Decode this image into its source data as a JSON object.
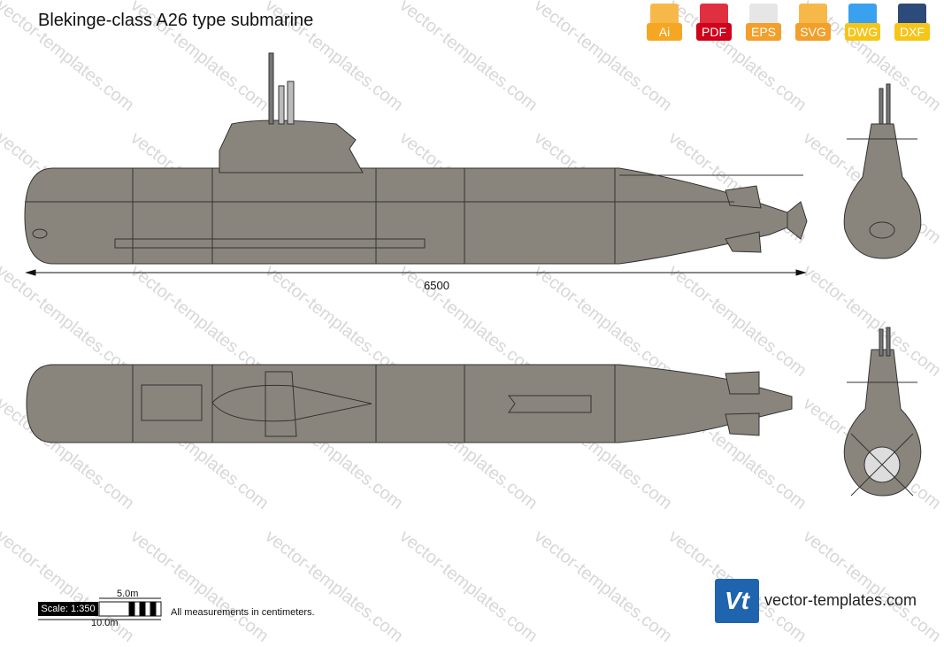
{
  "title": "Blekinge-class A26 type submarine",
  "formats": [
    {
      "label": "Ai",
      "color": "#f5a623"
    },
    {
      "label": "PDF",
      "color": "#d0021b"
    },
    {
      "label": "EPS",
      "color": "#f29f2b"
    },
    {
      "label": "SVG",
      "color": "#f29f2b"
    },
    {
      "label": "DWG",
      "color": "#2196f3"
    },
    {
      "label": "DXF",
      "color": "#2c4a7a"
    }
  ],
  "watermark": "vector-templates.com",
  "dimension_length": "6500",
  "scale": {
    "label": "Scale: 1:350",
    "small": "5.0m",
    "large": "10.0m"
  },
  "note": "All measurements in centimeters.",
  "brand": {
    "logo": "Vt",
    "name": "vector-templates.com"
  },
  "colors": {
    "hull": "#8a857c",
    "outline": "#333333"
  }
}
